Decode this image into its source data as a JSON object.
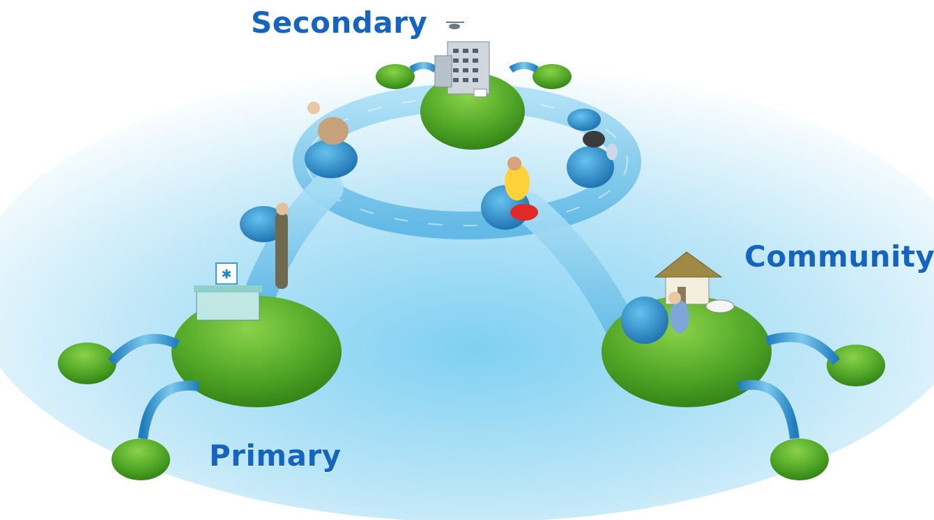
{
  "labels": {
    "secondary": "Secondary",
    "community": "Community",
    "primary": "Primary"
  },
  "colors": {
    "label": "#1565c0",
    "water_light": "#d9f1fb",
    "water_deep": "#7fd0f2",
    "grass": "#5fb52a",
    "grass_dark": "#2f7d14",
    "path": "#8fd0f0",
    "chair": "#2b8fd0"
  },
  "icons": [
    "hospital-icon",
    "helicopter-icon",
    "ambulance-icon",
    "clinic-icon",
    "house-icon",
    "car-icon",
    "person-icon",
    "chair-icon"
  ]
}
